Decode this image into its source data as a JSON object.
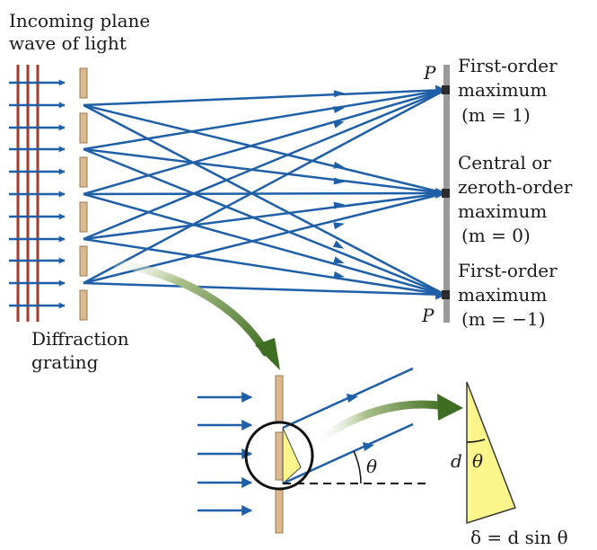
{
  "labels": {
    "incoming_line1": "Incoming plane",
    "incoming_line2": "wave of light",
    "diffraction_line1": "Diffraction",
    "diffraction_line2": "grating",
    "point_top": "P",
    "point_bottom": "P",
    "first_order_top_line1": "First-order",
    "first_order_top_line2": "maximum",
    "first_order_top_line3": "(m = 1)",
    "central_line1": "Central or",
    "central_line2": "zeroth-order",
    "central_line3": "maximum",
    "central_line4": "(m = 0)",
    "first_order_bottom_line1": "First-order",
    "first_order_bottom_line2": "maximum",
    "first_order_bottom_line3": "(m = −1)",
    "theta_inset": "θ",
    "theta_triangle": "θ",
    "d_label": "d",
    "delta_formula": "δ = d sin θ"
  },
  "colors": {
    "ray": "#1f5fa8",
    "wavefront": "#a33a2a",
    "slit": "#dcb88e",
    "slit_edge": "#9c7a54",
    "screen": "#9a9a9a",
    "triangle_fill": "#fbf58c",
    "curve_arrow": "#4a7a2a",
    "dashed_line": "#111111"
  },
  "icons": {
    "ray_arrowhead": "arrowhead-icon",
    "magnify_circle": "circle-icon",
    "curved_arrow": "curved-arrow-icon"
  }
}
